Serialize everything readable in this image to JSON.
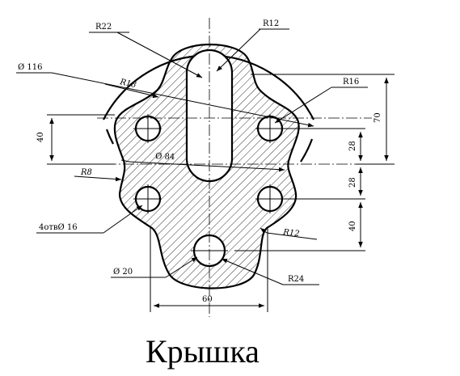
{
  "drawing": {
    "title": "Крышка",
    "labels": {
      "r22": "R22",
      "r12_top": "R12",
      "d116": "Ø 116",
      "r18": "R18",
      "r16": "R16",
      "d84": "Ø 84",
      "r8": "R8",
      "holes": "4отвØ 16",
      "r12_right": "R12",
      "d20": "Ø 20",
      "r24": "R24",
      "dim40_left": "40",
      "dim70": "70",
      "dim28_top": "28",
      "dim28_bottom": "28",
      "dim40_right": "40",
      "dim60": "60"
    },
    "colors": {
      "line": "#000000",
      "background": "#ffffff"
    }
  }
}
